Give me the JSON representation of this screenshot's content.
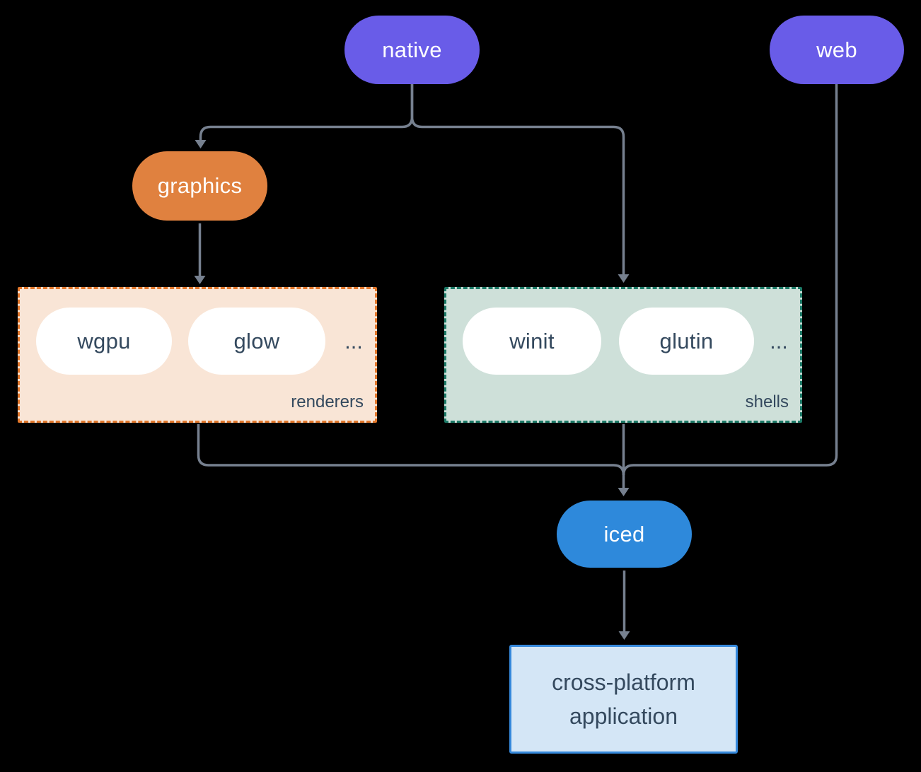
{
  "canvas": {
    "background": "#000000"
  },
  "palette": {
    "purple": "#695CE8",
    "orange": "#E0813F",
    "blue": "#2E89DB",
    "edge_gray": "#76808F",
    "dark_text": "#34495E",
    "pill_white": "#FFFFFF",
    "renderers_bg": "#F9E5D6",
    "renderers_border": "#E2772B",
    "shells_bg": "#CEE0D9",
    "shells_border": "#1C7A67",
    "app_bg": "#D4E6F6",
    "app_border": "#3689DC"
  },
  "nodes": {
    "native": {
      "label": "native"
    },
    "web": {
      "label": "web"
    },
    "graphics": {
      "label": "graphics"
    },
    "iced": {
      "label": "iced"
    },
    "app": {
      "label": "cross-platform application"
    }
  },
  "groups": {
    "renderers": {
      "label": "renderers",
      "items": [
        "wgpu",
        "glow"
      ],
      "ellipsis": "..."
    },
    "shells": {
      "label": "shells",
      "items": [
        "winit",
        "glutin"
      ],
      "ellipsis": "..."
    }
  },
  "edges": [
    {
      "from": "native",
      "to": "graphics"
    },
    {
      "from": "native",
      "to": "shells"
    },
    {
      "from": "graphics",
      "to": "renderers"
    },
    {
      "from": "renderers",
      "to": "iced"
    },
    {
      "from": "shells",
      "to": "iced"
    },
    {
      "from": "web",
      "to": "iced"
    },
    {
      "from": "iced",
      "to": "app"
    }
  ]
}
